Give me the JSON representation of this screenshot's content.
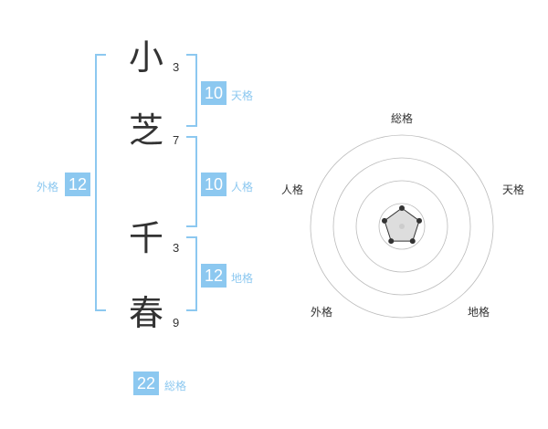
{
  "name": {
    "chars": [
      {
        "char": "小",
        "strokes": "3"
      },
      {
        "char": "芝",
        "strokes": "7"
      },
      {
        "char": "千",
        "strokes": "3"
      },
      {
        "char": "春",
        "strokes": "9"
      }
    ]
  },
  "fortune": {
    "tenkaku": {
      "value": "10",
      "label": "天格"
    },
    "jinkaku": {
      "value": "10",
      "label": "人格"
    },
    "chikaku": {
      "value": "12",
      "label": "地格"
    },
    "gaikaku": {
      "value": "12",
      "label": "外格"
    },
    "soukaku": {
      "value": "22",
      "label": "総格"
    }
  },
  "radar": {
    "axes": [
      "総格",
      "天格",
      "地格",
      "外格",
      "人格"
    ],
    "rings": 4,
    "values": [
      1,
      1,
      1,
      1,
      1
    ],
    "max": 5,
    "colors": {
      "ring": "#bbbbbb",
      "polygon_fill": "#dddddd",
      "line": "#333333",
      "center": "#cccccc"
    }
  },
  "colors": {
    "accent": "#8cc8f0",
    "text": "#333333"
  }
}
